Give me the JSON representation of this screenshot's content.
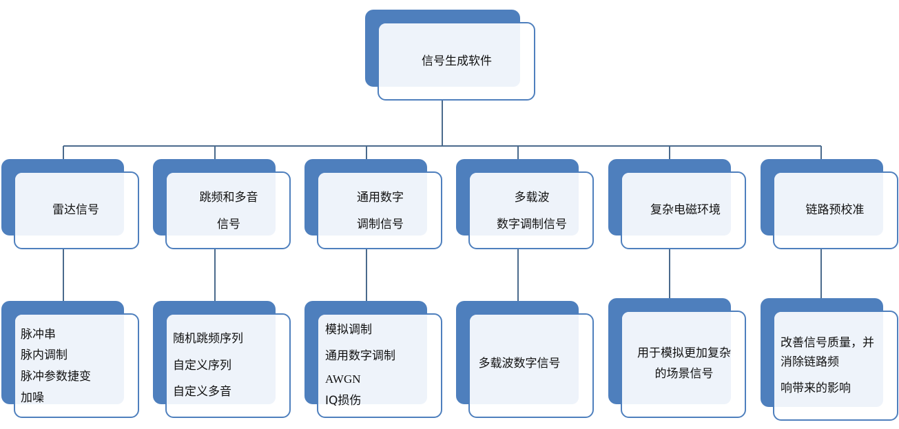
{
  "root": {
    "label": "信号生成软件"
  },
  "categories": [
    {
      "label_lines": [
        "雷达信号"
      ]
    },
    {
      "label_lines": [
        "跳频和多音",
        "信号"
      ]
    },
    {
      "label_lines": [
        "通用数字",
        "调制信号"
      ]
    },
    {
      "label_lines": [
        "多载波",
        "数字调制信号"
      ]
    },
    {
      "label_lines": [
        "复杂电磁环境"
      ]
    },
    {
      "label_lines": [
        "链路预校准"
      ]
    }
  ],
  "details": [
    {
      "items": [
        "脉冲串",
        "脉内调制",
        "脉冲参数捷变",
        "加噪"
      ]
    },
    {
      "items": [
        "随机跳频序列",
        "自定义序列",
        "自定义多音"
      ]
    },
    {
      "items": [
        "模拟调制",
        "通用数字调制",
        "AWGN",
        "IQ损伤"
      ]
    },
    {
      "items": [
        "多载波数字信号"
      ]
    },
    {
      "items": [
        "用于模拟更加复杂",
        "的场景信号"
      ]
    },
    {
      "items": [
        "改善信号质量，并",
        "消除链路频",
        "响带来的影响"
      ]
    }
  ],
  "colors": {
    "accent": "#4e7fbd",
    "tint": "#eef3fa",
    "line": "#4a6a8c"
  }
}
